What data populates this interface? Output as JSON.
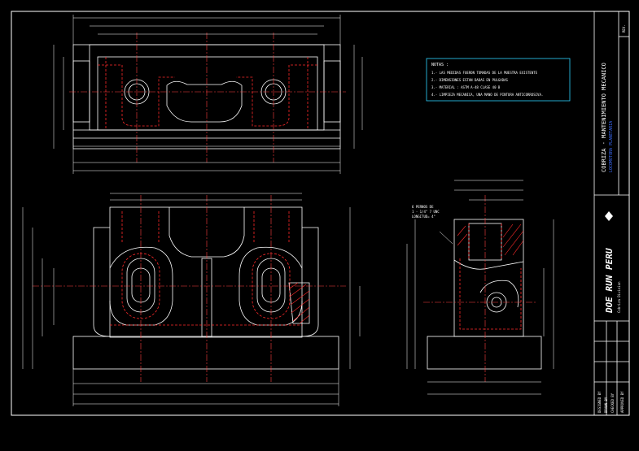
{
  "title_block": {
    "title": "COBRIZA - MANTENIMIENTO MECANICO",
    "subtitle": "LOCOMOTORA PLANETARIA",
    "company": "DOE RUN PERU",
    "company_tagline": "Cobriza Division",
    "rows": [
      "DESIGNED BY",
      "DRAWN BY",
      "CHECKED BY",
      "APPROVED BY"
    ],
    "rev_label": "REV."
  },
  "notes": {
    "heading": "NOTAS :",
    "items": [
      "1.- LAS MEDIDAS FUERON TOMADAS DE LA MUESTRA EXISTENTE",
      "2.- DIMENSIONES ESTAN DADAS EN PULGADAS",
      "3.- MATERIAL : ASTM A-48 CLASE 40 B",
      "4.- LIMPIEZA MECANICA, UNA MANO DE PINTURA ANTICORROSIVA."
    ]
  },
  "side_callout": {
    "line1": "6 PERNOS DE",
    "line2": "1 - 1/4\" 7 UNC",
    "line3": "LONGITUD= 4\""
  },
  "colors": {
    "background": "#000000",
    "outline": "#ffffff",
    "hidden_line": "#ff2a2a",
    "center_line": "#ff4040",
    "text_blue": "#3b6cff",
    "note_border": "#2fd4ff"
  }
}
